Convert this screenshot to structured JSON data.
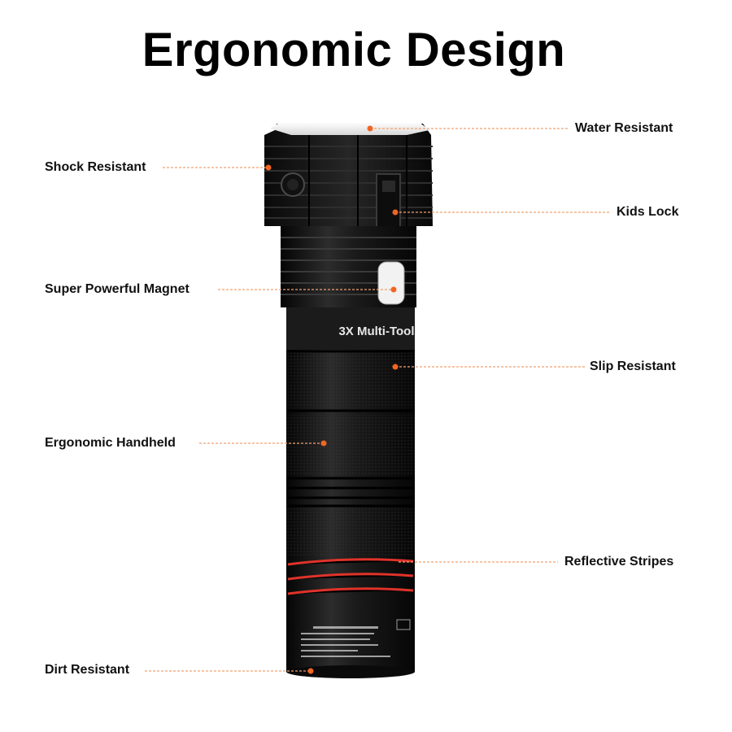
{
  "title": "Ergonomic Design",
  "product_print": {
    "model_label": "3X Multi-Tool"
  },
  "callouts": {
    "water_resistant": "Water Resistant",
    "shock_resistant": "Shock Resistant",
    "kids_lock": "Kids Lock",
    "super_powerful_magnet": "Super Powerful Magnet",
    "slip_resistant": "Slip Resistant",
    "ergonomic_handheld": "Ergonomic Handheld",
    "reflective_stripes": "Reflective Stripes",
    "dirt_resistant": "Dirt Resistant"
  },
  "colors": {
    "accent_orange": "#f26522",
    "leader_line": "#f0a070",
    "reflective_red": "#e0332a",
    "body_black": "#161616"
  }
}
